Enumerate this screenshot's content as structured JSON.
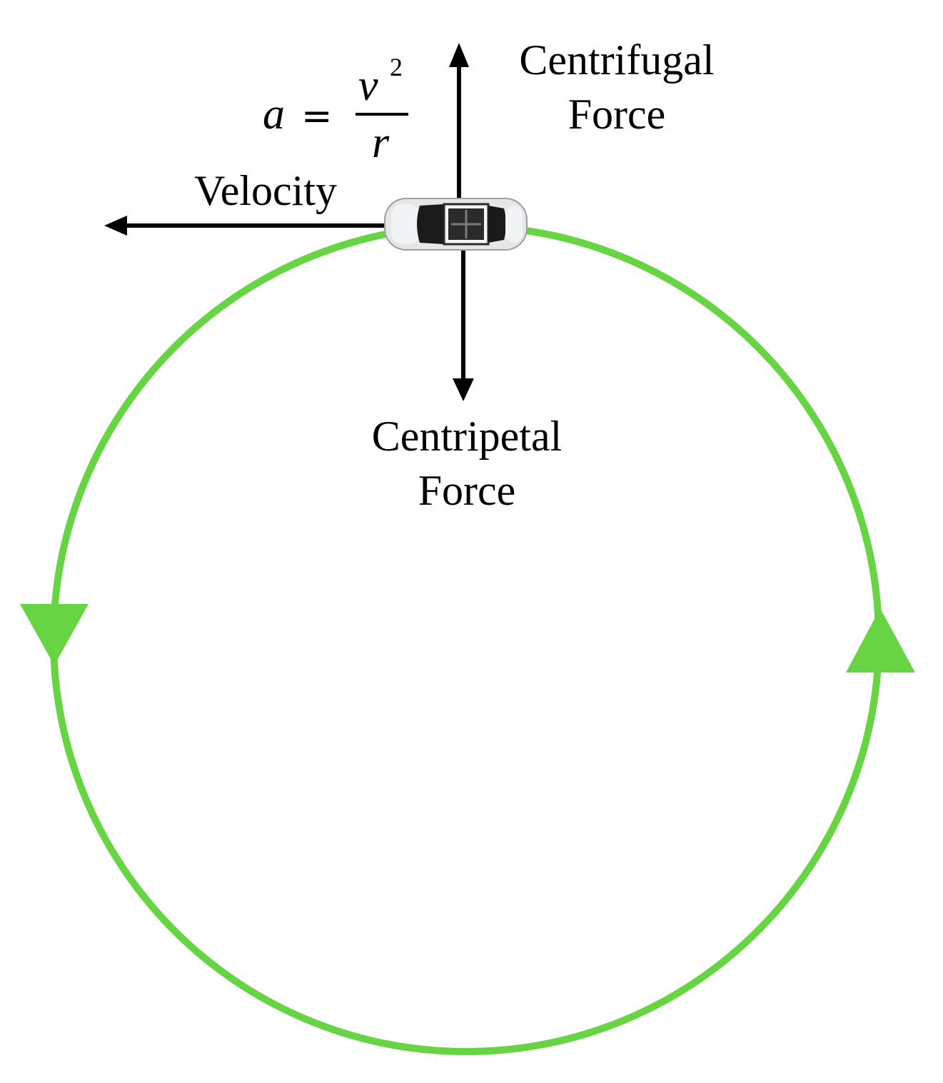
{
  "colors": {
    "path": "#67d444",
    "arrow": "#000000",
    "car_body": "#e4e6e8",
    "car_dark": "#1a1a1a"
  },
  "icons": {
    "vehicle": "car-topview-icon"
  },
  "labels": {
    "centrifugal_line1": "Centrifugal",
    "centrifugal_line2": "Force",
    "velocity": "Velocity",
    "centripetal_line1": "Centripetal",
    "centripetal_line2": "Force"
  },
  "formula": {
    "lhs": "a",
    "equals": "=",
    "numerator": "v",
    "exponent": "2",
    "denominator": "r"
  }
}
